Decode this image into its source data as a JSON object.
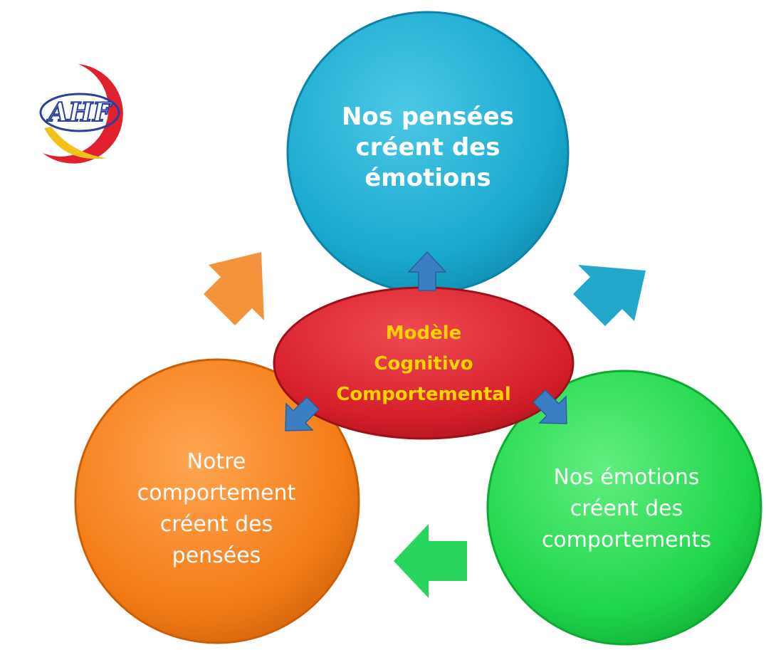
{
  "logo": {
    "text": "AHF"
  },
  "nodes": {
    "top": {
      "lines": [
        "Nos pensées",
        "créent des",
        "émotions"
      ]
    },
    "center": {
      "lines": [
        "Modèle",
        "Cognitivo",
        "Comportemental"
      ]
    },
    "bottom_right": {
      "lines": [
        "Nos émotions",
        "créent des",
        "comportements"
      ]
    },
    "bottom_left": {
      "lines": [
        "Notre",
        "comportement",
        "créent des",
        "pensées"
      ]
    }
  },
  "colors": {
    "top_circle": "#1aa9cf",
    "center_ellipse": "#d51f2b",
    "center_text": "#ffd400",
    "right_circle": "#1fd64b",
    "left_circle": "#f47c17",
    "arrow_orange": "#f5933d",
    "arrow_cyan": "#23a8cc",
    "arrow_green": "#27d45c",
    "arrow_blue": "#3a7fc4"
  }
}
